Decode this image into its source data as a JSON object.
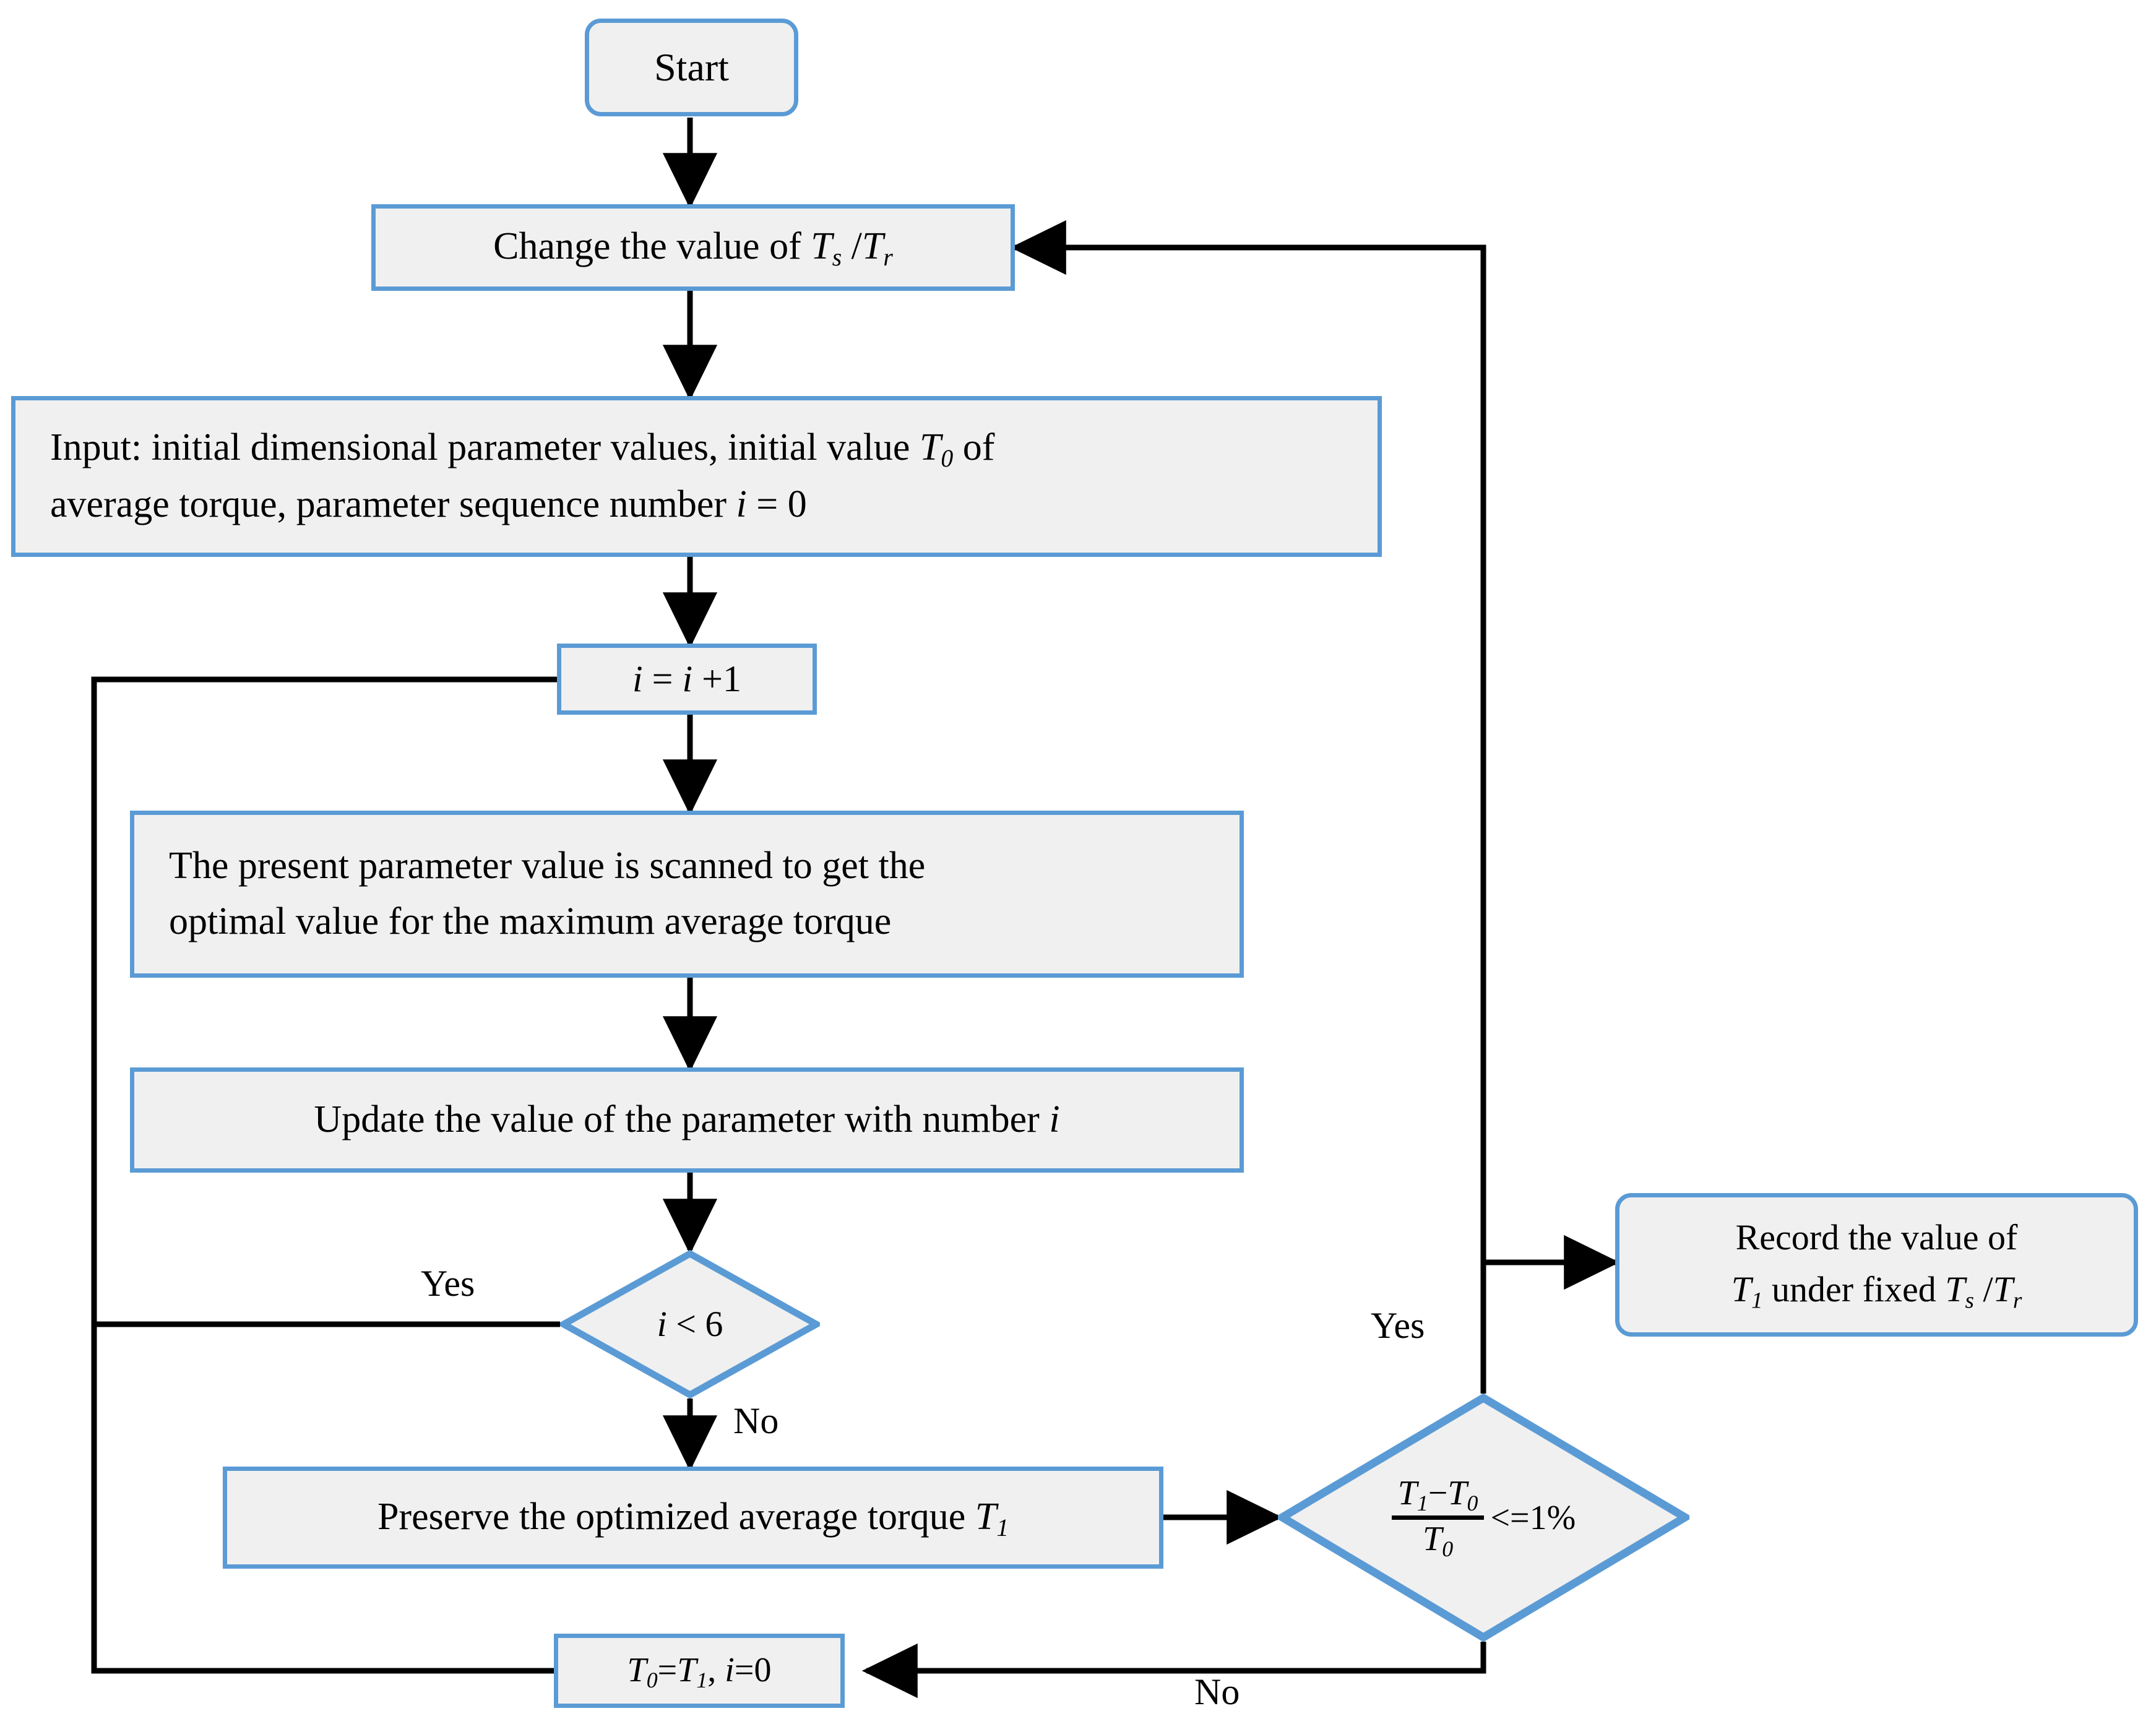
{
  "diagram": {
    "title": "Optimization flowchart for average torque under fixed Ts/Tr",
    "colors": {
      "node_border": "#5b9bd5",
      "node_fill": "#f0f0f0",
      "wire": "#000000",
      "text": "#000000",
      "background": "#ffffff"
    },
    "nodes": {
      "start": {
        "label": "Start",
        "shape": "rounded-rectangle"
      },
      "change": {
        "shape": "rectangle",
        "text_prefix": "Change the value of ",
        "sym_ts": "T",
        "sub_s": "s",
        "slash": " /",
        "sym_tr": "T",
        "sub_r": "r"
      },
      "input": {
        "shape": "rectangle",
        "line1_a": "Input: initial dimensional parameter values, initial value ",
        "line1_T": "T",
        "line1_sub": "0",
        "line1_b": " of",
        "line2_a": "average torque, parameter sequence number ",
        "line2_i": "i",
        "line2_b": " = 0"
      },
      "increment": {
        "shape": "rectangle",
        "i1": "i",
        "eq": " = ",
        "i2": "i",
        "plus": " +1"
      },
      "scan": {
        "shape": "rectangle",
        "line1": "The present parameter value is scanned to get the",
        "line2": "optimal value for the maximum average torque"
      },
      "update": {
        "shape": "rectangle",
        "text_a": "Update the value of the parameter with number ",
        "text_i": "i"
      },
      "decision_i": {
        "shape": "diamond",
        "expr_i": "i",
        "expr_rest": " < 6"
      },
      "preserve": {
        "shape": "rectangle",
        "text_a": "Preserve the optimized average torque ",
        "text_T": "T",
        "text_sub": "1"
      },
      "decision_t": {
        "shape": "diamond",
        "num_T1": "T",
        "num_sub1": "1",
        "num_minus": "−",
        "num_T0": "T",
        "num_sub0": "0",
        "den_T0": "T",
        "den_sub0": "0",
        "compare": "<=1%"
      },
      "reset": {
        "shape": "rectangle",
        "T0": "T",
        "sub0": "0",
        "eq1": "=",
        "T1": "T",
        "sub1": "1",
        "comma": ", ",
        "i": "i",
        "eq2": "=0"
      },
      "record": {
        "shape": "rounded-rectangle",
        "line1": "Record the value of",
        "line2_T1": "T",
        "line2_sub1": "1",
        "line2_mid": " under fixed ",
        "line2_Ts": "T",
        "line2_subs": "s",
        "line2_slash": " /",
        "line2_Tr": "T",
        "line2_subr": "r"
      }
    },
    "edge_labels": {
      "yes_i_lt_6": "Yes",
      "no_i_lt_6": "No",
      "yes_tol": "Yes",
      "no_tol": "No"
    }
  }
}
